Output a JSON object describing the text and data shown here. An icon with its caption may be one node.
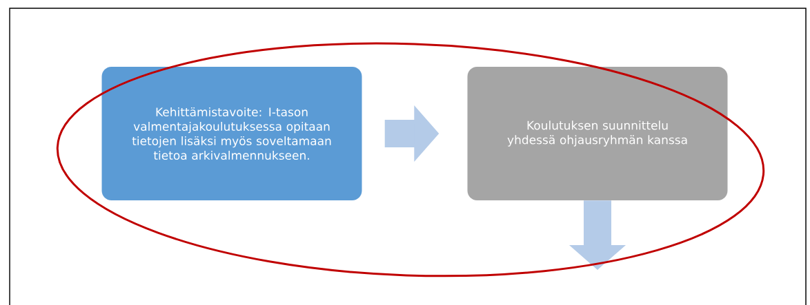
{
  "diagram": {
    "nodes": [
      {
        "text": [
          "Kehittämistavoite: I-tason valmentajakoulutuksessa opitaan tietojen lisäksi myös soveltamaan tietoa arkivalmennukseen."
        ]
      },
      {
        "text": [
          "Koulutuksen suunnittelu yhdessä ohjausryhmän kanssa"
        ]
      }
    ],
    "edges": [
      {
        "from": 0,
        "to": 1,
        "arrow": "to"
      },
      {
        "from": 1,
        "to": null,
        "arrow": "to"
      }
    ]
  }
}
